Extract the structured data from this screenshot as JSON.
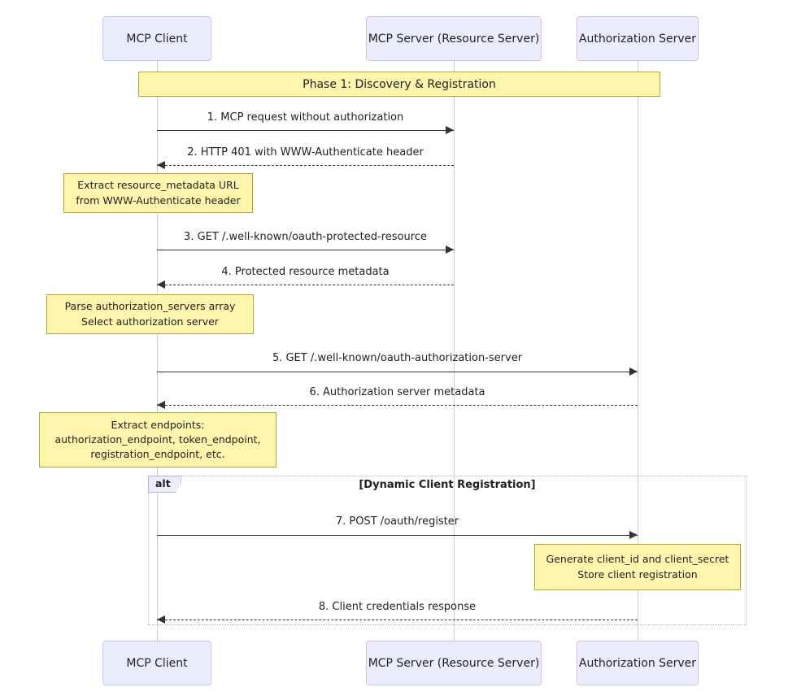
{
  "diagram": {
    "type": "sequence-diagram",
    "actors": [
      {
        "name": "MCP Client"
      },
      {
        "name": "MCP Server (Resource Server)"
      },
      {
        "name": "Authorization Server"
      }
    ],
    "phase_banner": "Phase 1: Discovery & Registration",
    "messages": [
      {
        "label": "1. MCP request without authorization",
        "from": "MCP Client",
        "to": "MCP Server (Resource Server)",
        "line": "solid"
      },
      {
        "label": "2. HTTP 401 with WWW-Authenticate header",
        "from": "MCP Server (Resource Server)",
        "to": "MCP Client",
        "line": "dashed"
      },
      {
        "label": "3. GET /.well-known/oauth-protected-resource",
        "from": "MCP Client",
        "to": "MCP Server (Resource Server)",
        "line": "solid"
      },
      {
        "label": "4. Protected resource metadata",
        "from": "MCP Server (Resource Server)",
        "to": "MCP Client",
        "line": "dashed"
      },
      {
        "label": "5. GET /.well-known/oauth-authorization-server",
        "from": "MCP Client",
        "to": "Authorization Server",
        "line": "solid"
      },
      {
        "label": "6. Authorization server metadata",
        "from": "Authorization Server",
        "to": "MCP Client",
        "line": "dashed"
      },
      {
        "label": "7. POST /oauth/register",
        "from": "MCP Client",
        "to": "Authorization Server",
        "line": "solid"
      },
      {
        "label": "8. Client credentials response",
        "from": "Authorization Server",
        "to": "MCP Client",
        "line": "dashed"
      }
    ],
    "notes": [
      {
        "over": "MCP Client",
        "lines": [
          "Extract resource_metadata URL",
          "from WWW-Authenticate header"
        ]
      },
      {
        "over": "MCP Client",
        "lines": [
          "Parse authorization_servers array",
          "Select authorization server"
        ]
      },
      {
        "over": "MCP Client",
        "lines": [
          "Extract endpoints:",
          "authorization_endpoint, token_endpoint,",
          "registration_endpoint, etc."
        ]
      },
      {
        "over": "Authorization Server",
        "lines": [
          "Generate client_id and client_secret",
          "Store client registration"
        ]
      }
    ],
    "alt_block": {
      "keyword": "alt",
      "condition": "[Dynamic Client Registration]"
    },
    "colors": {
      "actor-fill": "#ECECFF",
      "actor-border": "#c8c5ee",
      "note-fill": "#FFF5AD",
      "note-border": "#AAAA33",
      "arrow": "#333333",
      "lifeline": "#ccccdd",
      "alt-border": "#b6b6d8",
      "text": "#1f2020",
      "bg": "#ffffff"
    }
  }
}
